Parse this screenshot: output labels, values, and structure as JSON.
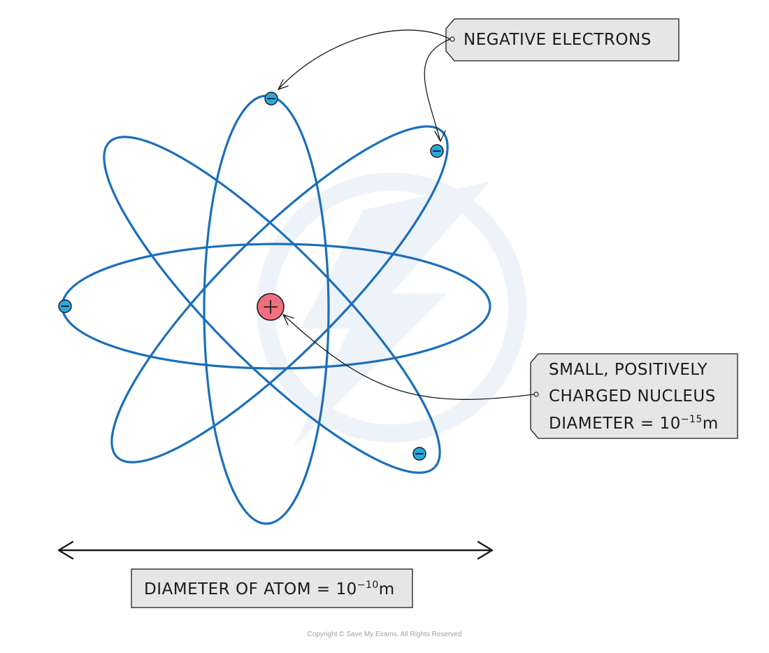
{
  "labels": {
    "electrons": "NEGATIVE  ELECTRONS",
    "nucleus_line1": "SMALL,  POSITIVELY",
    "nucleus_line2": "CHARGED  NUCLEUS",
    "nucleus_line3_prefix": "DIAMETER = 10",
    "nucleus_line3_exp": "−15",
    "nucleus_line3_unit": "m",
    "atom_prefix": "DIAMETER  OF  ATOM = 10",
    "atom_exp": "−10",
    "atom_unit": "m"
  },
  "copyright": "Copyright © Save My Exams. All Rights Reserved",
  "colors": {
    "orbit": "#1b6fbb",
    "electron": "#29a8e0",
    "nucleus": "#f06e7e",
    "label_box": "#e6e6e6",
    "watermark": "#eef3f9"
  }
}
